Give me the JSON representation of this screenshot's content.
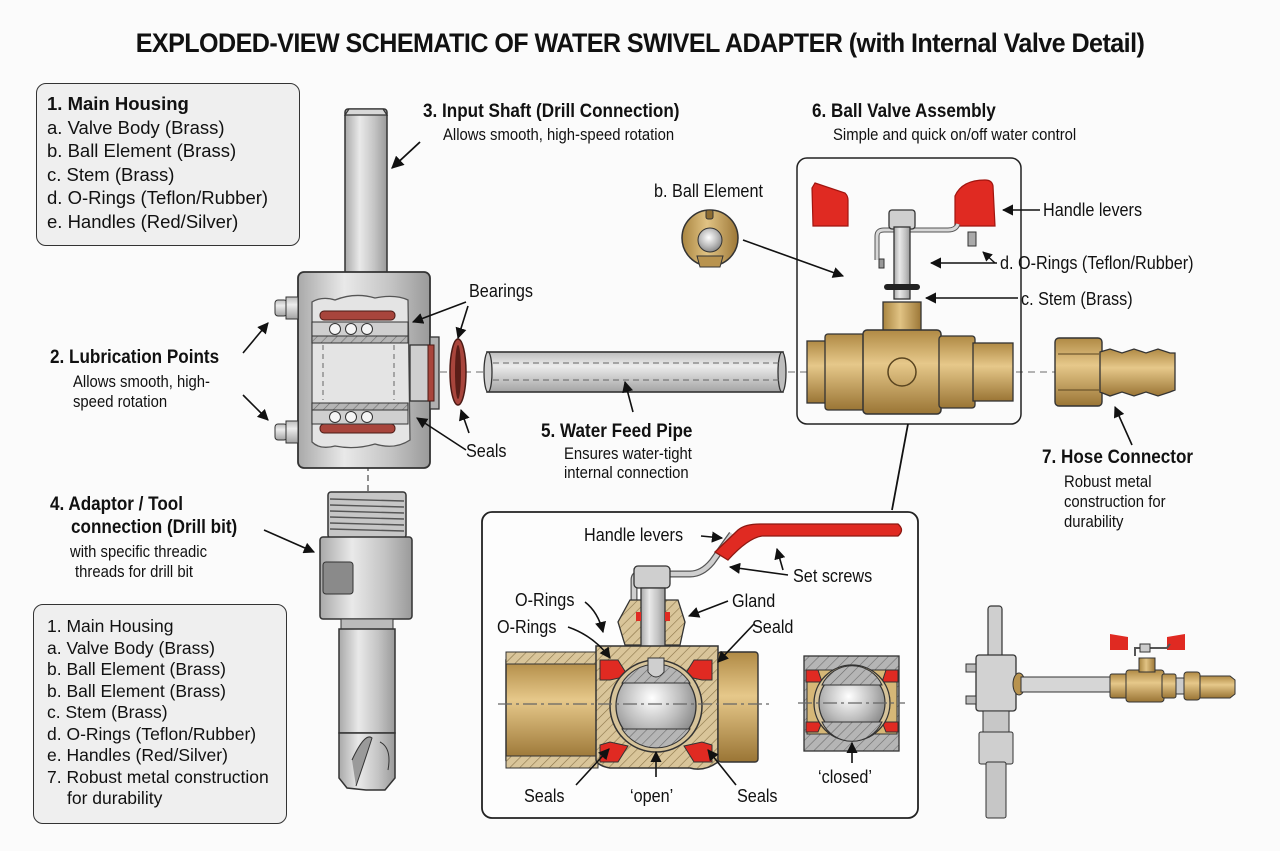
{
  "title": {
    "main": "EXPLODED-VIEW SCHEMATIC OF WATER SWIVEL ADAPTER",
    "suffix": "(with Internal Valve Detail)"
  },
  "legend_top": {
    "heading": "1. Main Housing",
    "items": [
      "a. Valve Body (Brass)",
      "b. Ball Element (Brass)",
      "c. Stem (Brass)",
      "d. O-Rings (Teflon/Rubber)",
      "e. Handles (Red/Silver)"
    ]
  },
  "legend_bottom": {
    "items": [
      "1. Main Housing",
      "a. Valve Body (Brass)",
      "b. Ball Element (Brass)",
      "b. Ball Element (Brass)",
      "c. Stem (Brass)",
      "d. O-Rings (Teflon/Rubber)",
      "e. Handles (Red/Silver)",
      "7. Robust metal construction",
      "for durability"
    ]
  },
  "callouts": {
    "input_shaft": {
      "title": "3. Input Shaft (Drill Connection)",
      "desc": "Allows smooth, high-speed rotation"
    },
    "ball_valve": {
      "title": "6. Ball Valve Assembly",
      "desc": "Simple and quick on/off water control"
    },
    "lubrication": {
      "title": "2. Lubrication Points",
      "desc1": "Allows smooth, high-",
      "desc2": "speed rotation"
    },
    "bearings": "Bearings",
    "seals": "Seals",
    "water_pipe": {
      "title": "5. Water Feed Pipe",
      "desc1": "Ensures water-tight",
      "desc2": "internal connection"
    },
    "hose": {
      "title": "7. Hose Connector",
      "desc1": "Robust metal",
      "desc2": "construction for",
      "desc3": "durability"
    },
    "adaptor": {
      "title1": "4. Adaptor / Tool",
      "title2": "connection (Drill bit)",
      "desc1": "with specific threadic",
      "desc2": "threads for drill bit"
    },
    "ball_element": "b. Ball Element",
    "handle_levers": "Handle levers",
    "o_rings": "d. O-Rings (Teflon/Rubber)",
    "stem": "c. Stem (Brass)"
  },
  "detail": {
    "handle_levers": "Handle levers",
    "set_screws": "Set screws",
    "o_rings_1": "O-Rings",
    "o_rings_2": "O-Rings",
    "gland": "Gland",
    "seald": "Seald",
    "seals_left": "Seals",
    "open": "‘open’",
    "seals_right": "Seals",
    "closed": "‘closed’"
  },
  "colors": {
    "brass": "#c9a460",
    "brass_dark": "#8e6d32",
    "steel": "#c8c8c8",
    "red": "#e02a22",
    "seal_red": "#a8453c"
  }
}
